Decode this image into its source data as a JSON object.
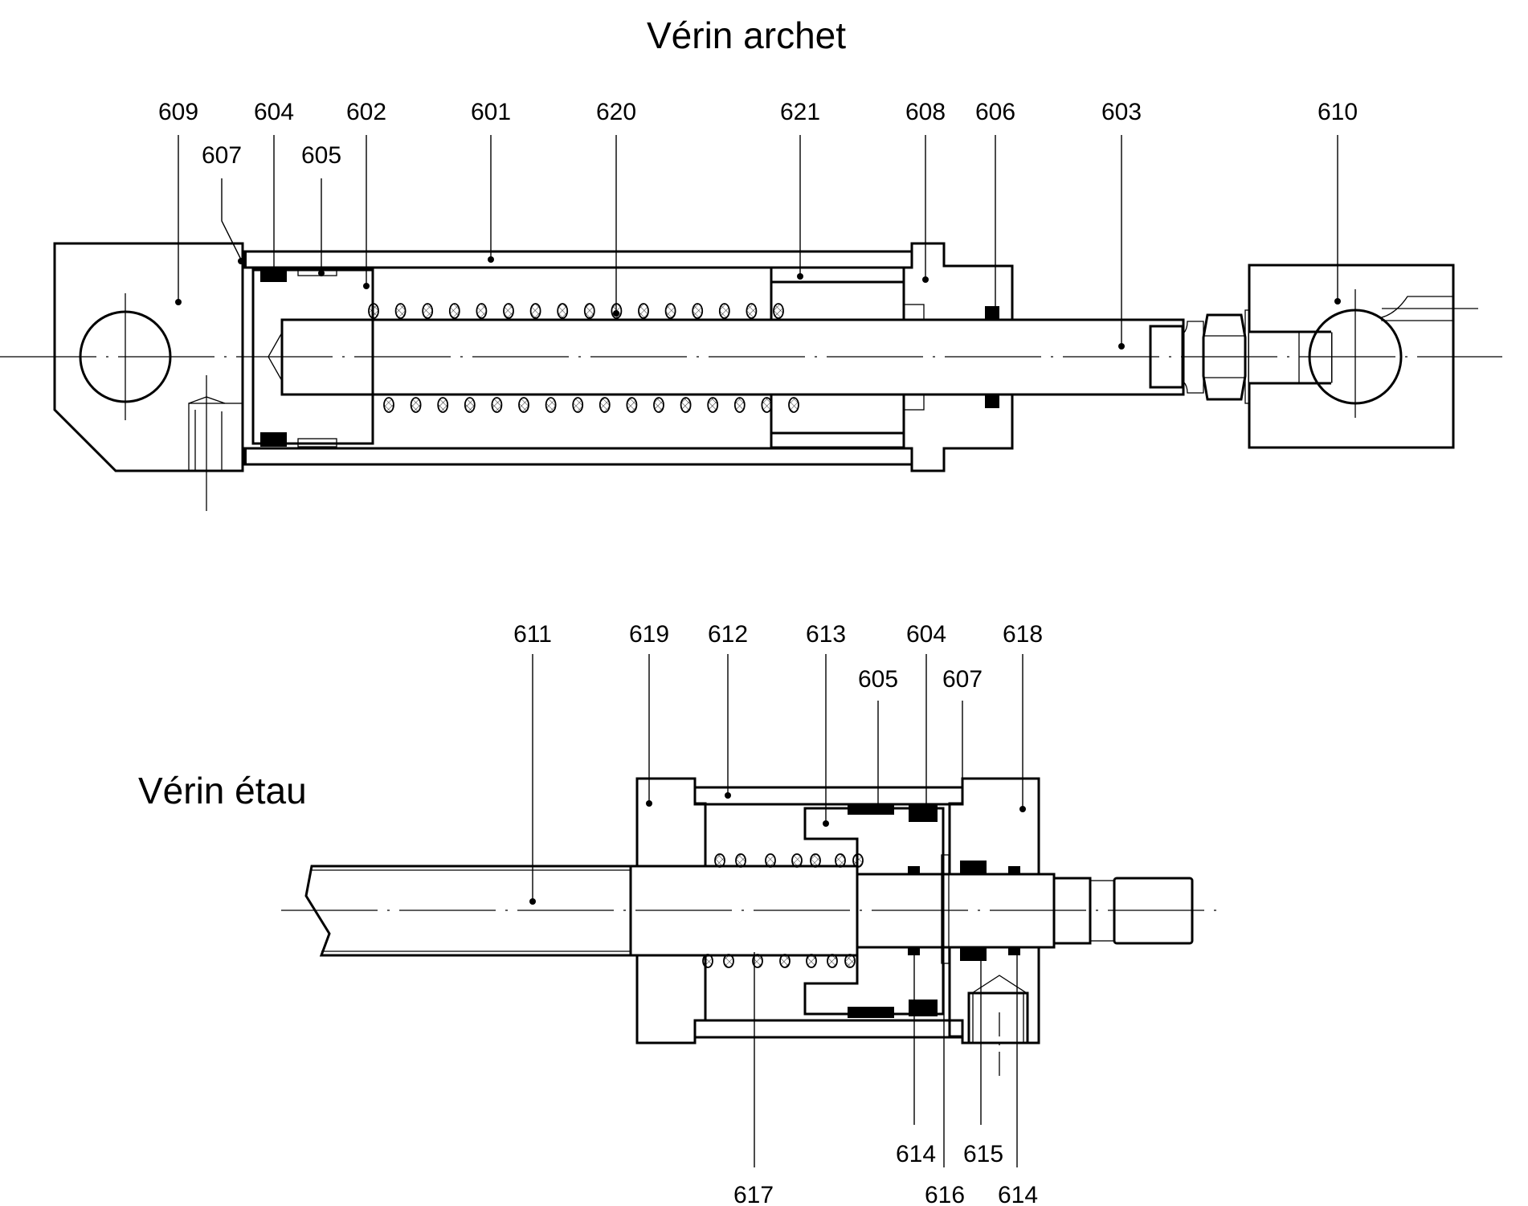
{
  "diagrams": [
    {
      "title": "Vérin archet",
      "labels_top_row": [
        "609",
        "604",
        "602",
        "601",
        "620",
        "621",
        "608",
        "606",
        "603",
        "610"
      ],
      "labels_second_row": [
        "607",
        "605"
      ]
    },
    {
      "title": "Vérin étau",
      "labels_top_row": [
        "611",
        "619",
        "612",
        "613",
        "604",
        "618"
      ],
      "labels_second_row": [
        "605",
        "607"
      ],
      "labels_bottom_row1": [
        "614",
        "615"
      ],
      "labels_bottom_row2": [
        "617",
        "616",
        "614"
      ]
    }
  ],
  "colors": {
    "line": "#000000",
    "background": "#ffffff"
  }
}
